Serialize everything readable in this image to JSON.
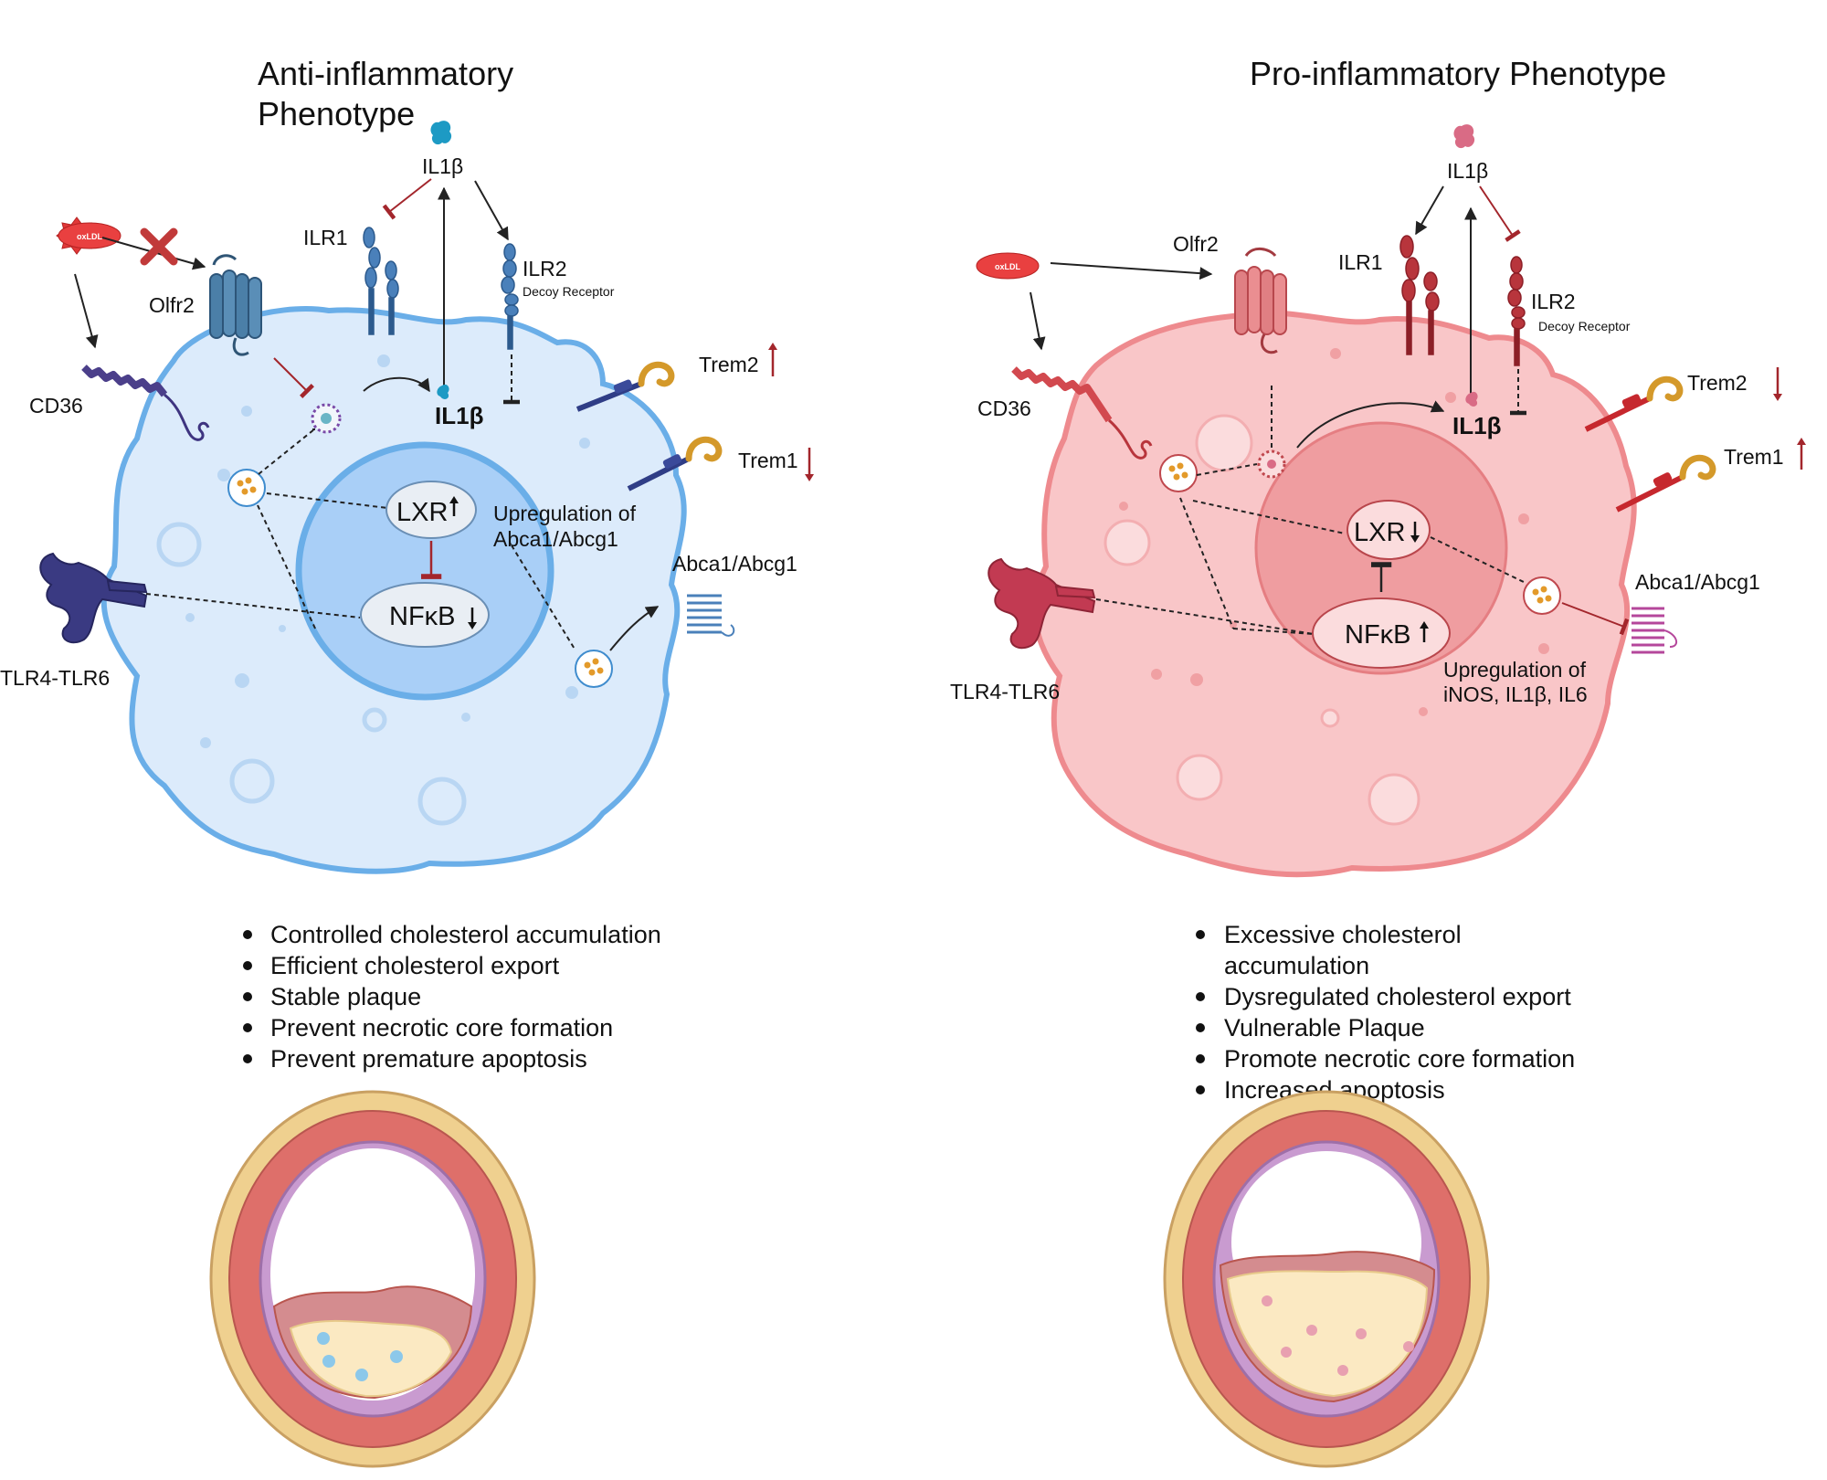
{
  "left": {
    "title_line1": "Anti-inflammatory",
    "title_line2": "Phenotype",
    "oxldl": "oxLDL",
    "olfr2": "Olfr2",
    "cd36": "CD36",
    "il1b_top": "IL1β",
    "ilr1": "ILR1",
    "ilr2": "ILR2",
    "decoy": "Decoy Receptor",
    "il1b_inner": "IL1β",
    "trem2": "Trem2",
    "trem2_dir": "up",
    "trem1": "Trem1",
    "trem1_dir": "down",
    "lxr": "LXR",
    "lxr_dir": "up",
    "nfkb": "NFκB",
    "nfkb_dir": "down",
    "upreg_line1": "Upregulation of",
    "upreg_line2": "Abca1/Abcg1",
    "abca": "Abca1/Abcg1",
    "tlr": "TLR4-TLR6",
    "bullets": [
      "Controlled cholesterol accumulation",
      "Efficient cholesterol export",
      "Stable plaque",
      "Prevent necrotic core formation",
      "Prevent premature apoptosis"
    ]
  },
  "right": {
    "title": "Pro-inflammatory Phenotype",
    "oxldl": "oxLDL",
    "olfr2": "Olfr2",
    "cd36": "CD36",
    "il1b_top": "IL1β",
    "ilr1": "ILR1",
    "ilr2": "ILR2",
    "decoy": "Decoy Receptor",
    "il1b_inner": "IL1β",
    "trem2": "Trem2",
    "trem2_dir": "down",
    "trem1": "Trem1",
    "trem1_dir": "up",
    "lxr": "LXR",
    "lxr_dir": "down",
    "nfkb": "NFκB",
    "nfkb_dir": "up",
    "abca": "Abca1/Abcg1",
    "tlr": "TLR4-TLR6",
    "upreg_line1": "Upregulation of",
    "upreg_line2": "iNOS, IL1β, IL6",
    "bullets": [
      "Excessive cholesterol",
      "accumulation",
      "Dysregulated cholesterol export",
      "Vulnerable Plaque",
      "Promote necrotic core formation",
      "Increased apoptosis"
    ]
  },
  "colors": {
    "anti_cell_fill": "#dcebfb",
    "anti_cell_stroke": "#6aaee8",
    "anti_nucleus": "#a9cff7",
    "pro_cell_fill": "#f9c6c8",
    "pro_cell_stroke": "#ee8a8e",
    "pro_nucleus": "#f1999d",
    "inhibit_red": "#a3262c",
    "vessel_fat": "#efd08f",
    "vessel_media": "#de6f6a",
    "plaque_core": "#fbe9c2"
  }
}
